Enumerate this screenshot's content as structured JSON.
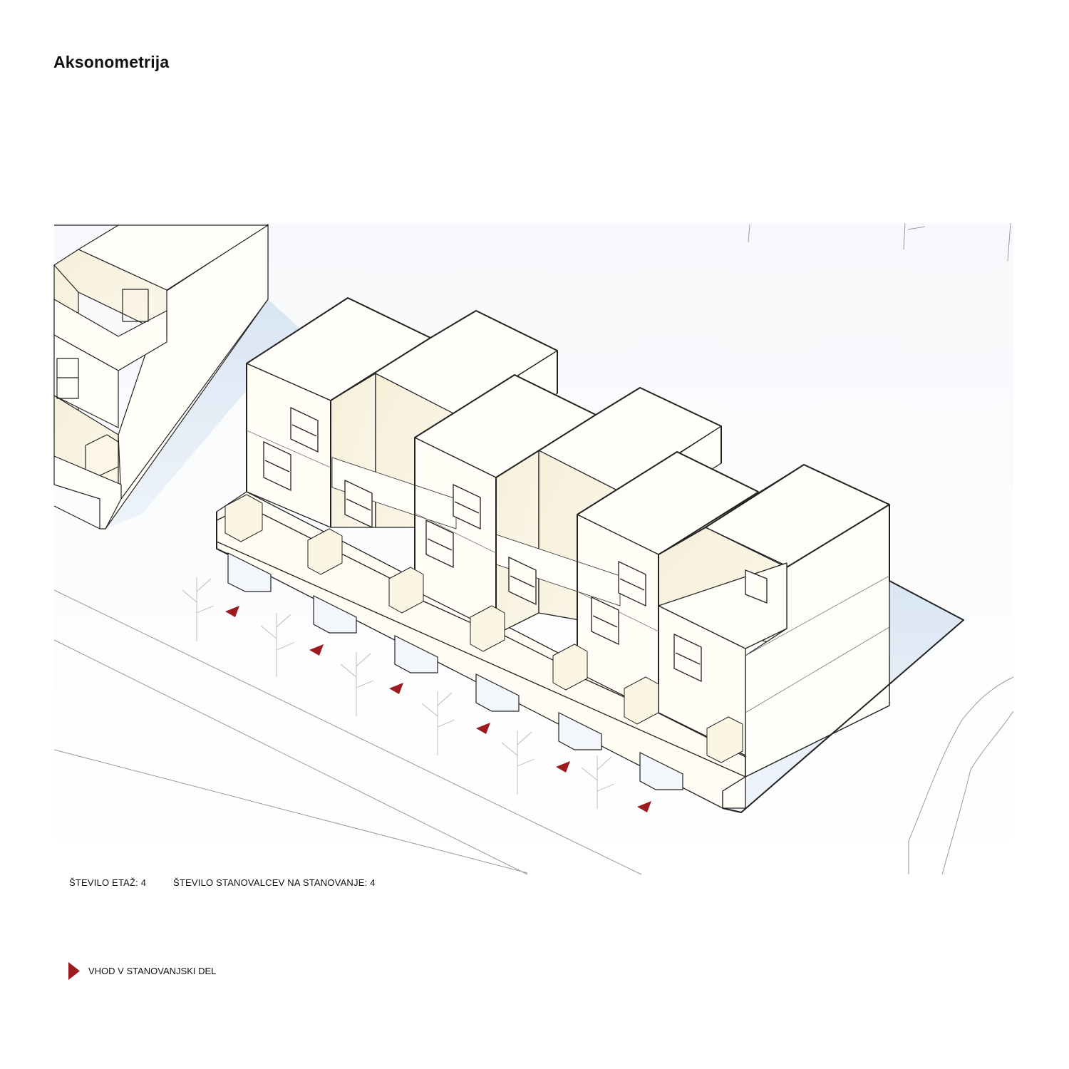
{
  "title": "Aksonometrija",
  "stats": {
    "floors": "ŠTEVILO ETAŽ: 4",
    "residents": "ŠTEVILO STANOVALCEV NA STANOVANJE: 4"
  },
  "legend": {
    "entrance_label": "VHOD V STANOVANJSKI DEL",
    "entrance_icon": "red-triangle-marker",
    "entrance_color": "#9b1b1f"
  },
  "colors": {
    "facade": "#fffdf6",
    "recess": "#f8f2df",
    "shadow": "#dbe6f3",
    "outline": "#222222"
  }
}
